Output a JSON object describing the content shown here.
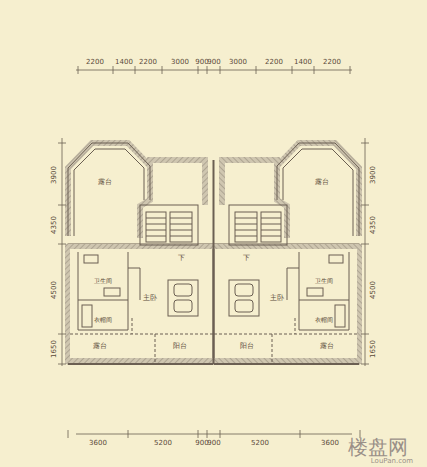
{
  "diagram": {
    "labels": [
      "2200",
      "1400",
      "2200",
      "3000",
      "900",
      "900",
      "3000",
      "2200",
      "1400",
      "2200",
      "3900",
      "4350",
      "4500",
      "1650",
      "3900",
      "4350",
      "4500",
      "1650",
      "露台",
      "露台",
      "下",
      "下",
      "卫生间",
      "主卧",
      "主卧",
      "卫生间",
      "衣帽间",
      "衣帽间",
      "露台",
      "阳台",
      "阳台",
      "露台",
      "3600",
      "5200",
      "900",
      "900",
      "5200",
      "3600",
      "楼盘网",
      "LouPan.com"
    ]
  }
}
